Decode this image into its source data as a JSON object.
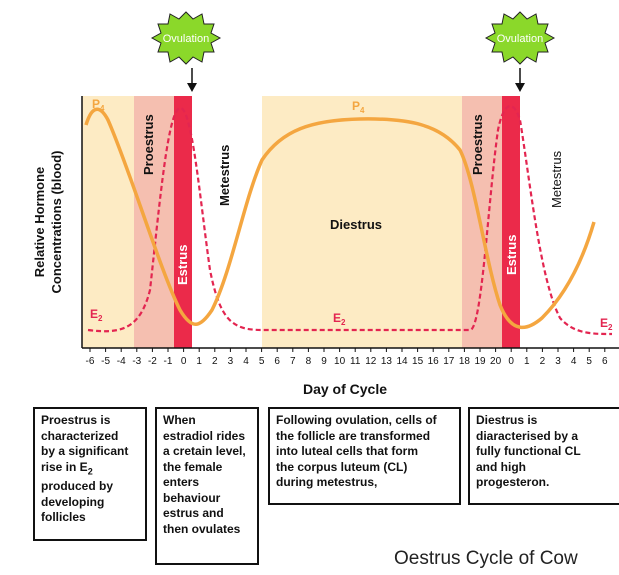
{
  "ovulation_labels": [
    "Ovulation",
    "Ovulation"
  ],
  "y_axis": {
    "line1": "Relative Hormone",
    "line2": "Concentrations (blood)"
  },
  "x_axis": {
    "title": "Day of Cycle",
    "tick_labels": [
      "-6",
      "-5",
      "-4",
      "-3",
      "-2",
      "-1",
      "0",
      "1",
      "2",
      "3",
      "4",
      "5",
      "6",
      "7",
      "8",
      "9",
      "10",
      "11",
      "12",
      "13",
      "14",
      "15",
      "16",
      "17",
      "18",
      "19",
      "20",
      "0",
      "1",
      "2",
      "3",
      "4",
      "5",
      "6"
    ]
  },
  "phases": {
    "proestrus": "Proestrus",
    "estrus": "Estrus",
    "metestrus": "Metestrus",
    "diestrus": "Diestrus"
  },
  "curve_labels": {
    "p4": {
      "base": "P",
      "sub": "4"
    },
    "e2": {
      "base": "E",
      "sub": "2"
    }
  },
  "colors": {
    "bg_light": "#FDEBC4",
    "proestrus_band": "#F5BFB0",
    "estrus_band": "#EB2A4A",
    "p4_curve": "#F4A640",
    "e2_curve": "#E32550",
    "ovulation_star": "#8BD82A"
  },
  "boxes": {
    "b1": {
      "lines": [
        "Proestrus is",
        "characterized",
        "by a significant",
        "rise in E"
      ],
      "sub": "2",
      "rest": [
        "produced by",
        "developing",
        "follicles"
      ]
    },
    "b2": {
      "lines": [
        "When",
        "estradiol rides",
        "a cretain level,",
        "the female",
        "enters",
        "behaviour",
        "estrus and",
        "then ovulates"
      ]
    },
    "b3": {
      "lines": [
        "Following ovulation, cells of",
        "the follicle are transformed",
        "into luteal cells that form",
        "the corpus luteum (CL)",
        "during metestrus,"
      ]
    },
    "b4": {
      "lines": [
        "Diestrus is",
        "diaracterised by a",
        "fully functional CL",
        "and high",
        "progesteron."
      ]
    }
  },
  "footer_title": "Oestrus Cycle of Cow"
}
